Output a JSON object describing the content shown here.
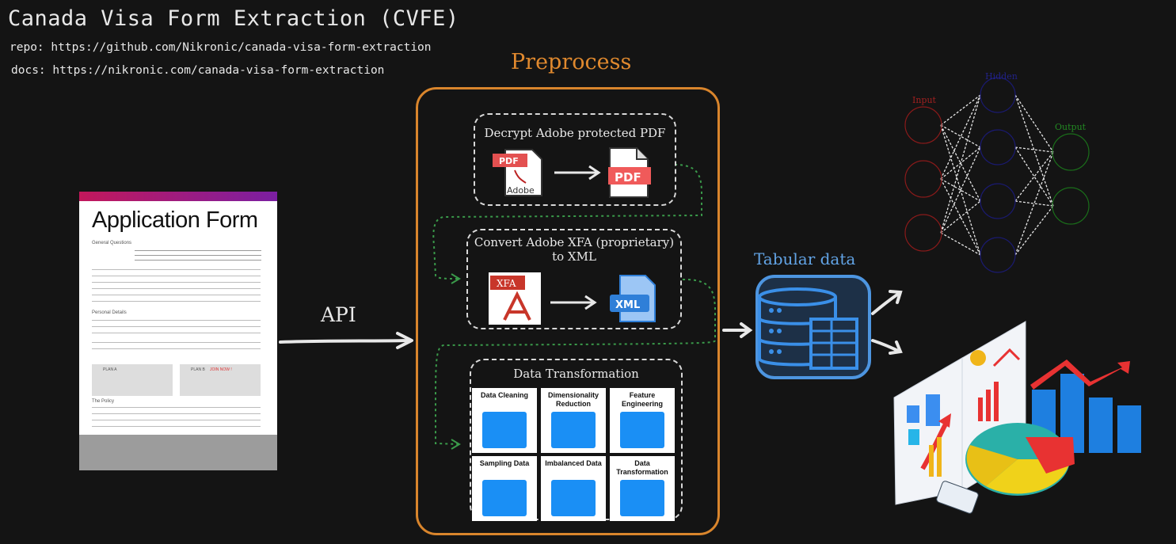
{
  "header": {
    "title": "Canada Visa Form Extraction (CVFE)",
    "repo": "repo: https://github.com/Nikronic/canada-visa-form-extraction",
    "docs": "docs: https://nikronic.com/canada-visa-form-extraction"
  },
  "form": {
    "heading": "Application Form",
    "section_general": "General Questions",
    "section_personal": "Personal Details",
    "section_policy": "The Policy",
    "plan_a": "PLAN A",
    "plan_b": "PLAN B",
    "join_now": "JOIN NOW !"
  },
  "api_label": "API",
  "preprocess": {
    "title": "Preprocess",
    "decrypt_title": "Decrypt Adobe protected PDF",
    "pdf_badge": "PDF",
    "adobe_text": "Adobe",
    "pdf_out": "PDF",
    "convert_title_1": "Convert Adobe XFA (proprietary)",
    "convert_title_2": "to XML",
    "xfa_badge": "XFA",
    "xml_badge": "XML",
    "transform_title": "Data Transformation",
    "tiles": [
      {
        "label": "Data Cleaning"
      },
      {
        "label": "Dimensionality Reduction"
      },
      {
        "label": "Feature Engineering"
      },
      {
        "label": "Sampling Data"
      },
      {
        "label": "Imbalanced Data"
      },
      {
        "label": "Data Transformation"
      }
    ]
  },
  "tabular_label": "Tabular data",
  "neural_net": {
    "input_label": "Input",
    "hidden_label": "Hidden",
    "output_label": "Output"
  },
  "colors": {
    "background": "#141414",
    "preprocess_accent": "#d9852c",
    "tabular_accent": "#62a4e6",
    "arrow_green": "#3a9a4a",
    "tile_icon": "#1a8ff5"
  }
}
